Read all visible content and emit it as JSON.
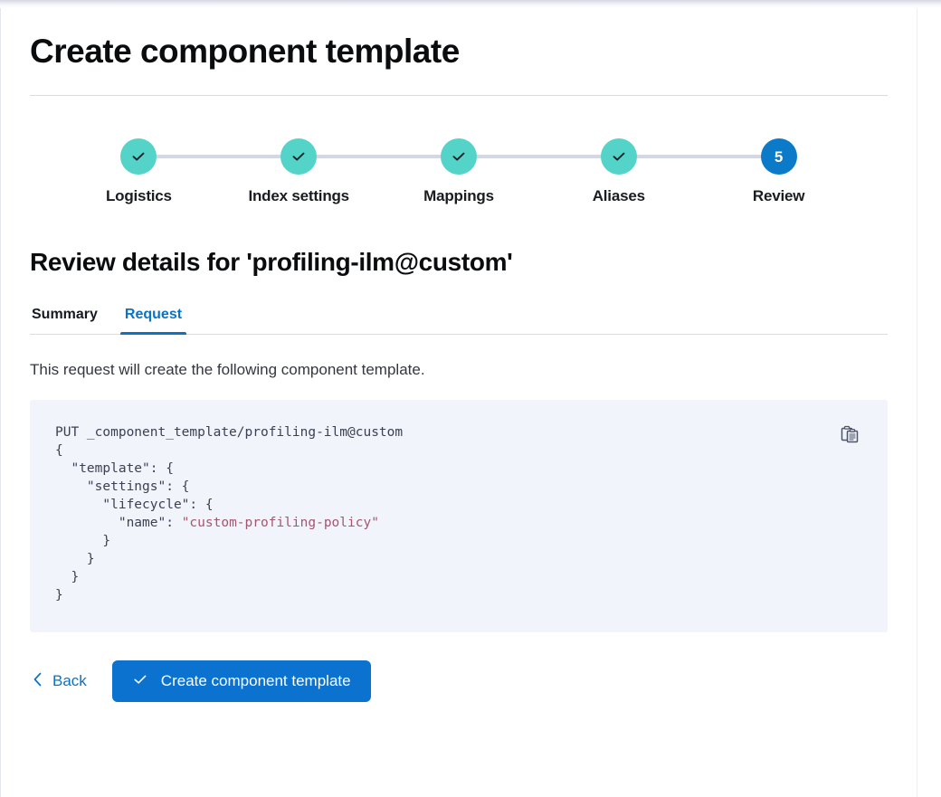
{
  "page": {
    "title": "Create component template"
  },
  "stepper": {
    "steps": [
      {
        "label": "Logistics",
        "state": "complete",
        "indicator": "check"
      },
      {
        "label": "Index settings",
        "state": "complete",
        "indicator": "check"
      },
      {
        "label": "Mappings",
        "state": "complete",
        "indicator": "check"
      },
      {
        "label": "Aliases",
        "state": "complete",
        "indicator": "check"
      },
      {
        "label": "Review",
        "state": "current",
        "indicator": "5"
      }
    ],
    "complete_color": "#54d3c8",
    "current_color": "#0b7ac9",
    "connector_color": "#d3d8e4"
  },
  "review": {
    "heading": "Review details for 'profiling-ilm@custom'",
    "tabs": [
      {
        "label": "Summary",
        "active": false
      },
      {
        "label": "Request",
        "active": true
      }
    ],
    "description": "This request will create the following component template.",
    "request": {
      "method_line": "PUT _component_template/profiling-ilm@custom",
      "body_before_string": "{\n  \"template\": {\n    \"settings\": {\n      \"lifecycle\": {\n        \"name\": ",
      "string_value": "\"custom-profiling-policy\"",
      "body_after_string": "\n      }\n    }\n  }\n}"
    },
    "copy_button_title": "Copy to clipboard",
    "copy_icon": "copy-clipboard-icon"
  },
  "footer": {
    "back_label": "Back",
    "back_icon": "chevron-left-icon",
    "submit_label": "Create component template",
    "submit_icon": "check-icon",
    "submit_color": "#0b72cf"
  }
}
